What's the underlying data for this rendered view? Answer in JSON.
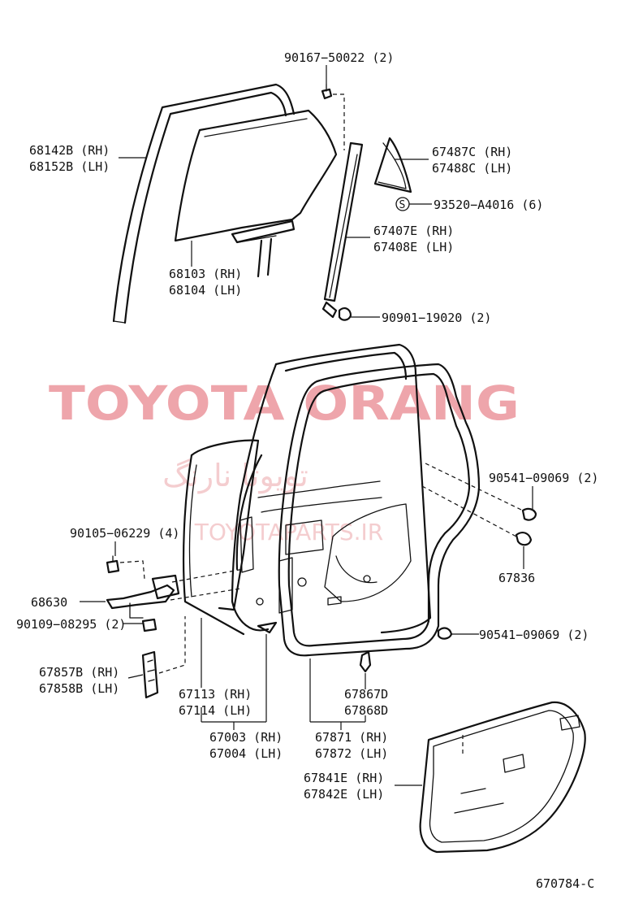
{
  "watermark": {
    "title": "TOYOTA ORANG",
    "script": "تویوتا نارنگ",
    "url": "TOYOTAPARTS.IR"
  },
  "drawing_code": "670784-C",
  "labels": {
    "p90167": "90167−50022 (2)",
    "p68142": "68142B (RH)",
    "p68152": "68152B (LH)",
    "p67487": "67487C (RH)",
    "p67488": "67488C (LH)",
    "p93520": "93520−A4016 (6)",
    "p67407": "67407E (RH)",
    "p67408": "67408E (LH)",
    "p68103": "68103 (RH)",
    "p68104": "68104 (LH)",
    "p90901": "90901−19020 (2)",
    "p90541a": "90541−09069 (2)",
    "p90105": "90105−06229 (4)",
    "p67836": "67836",
    "p68630": "68630",
    "p90109": "90109−08295 (2)",
    "p90541b": "90541−09069 (2)",
    "p67857": "67857B (RH)",
    "p67858": "67858B (LH)",
    "p67113": "67113 (RH)",
    "p67114": "67114 (LH)",
    "p67867": "67867D",
    "p67868": "67868D",
    "p67003": "67003 (RH)",
    "p67004": "67004 (LH)",
    "p67871": "67871 (RH)",
    "p67872": "67872 (LH)",
    "p67841": "67841E (RH)",
    "p67842": "67842E (LH)",
    "s_symbol": "S"
  }
}
